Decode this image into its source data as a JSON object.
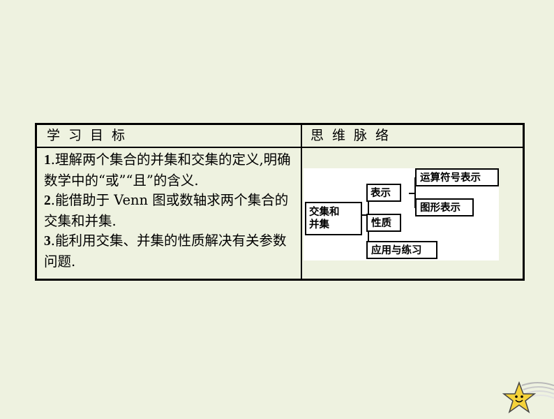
{
  "table": {
    "header_left": "学习目标",
    "header_right": "思维脉络",
    "objectives": [
      {
        "num": "1",
        "text": ".理解两个集合的并集和交集的定义,明确数学中的“或”“且”的含义."
      },
      {
        "num": "2",
        "text": ".能借助于 Venn 图或数轴求两个集合的交集和并集."
      },
      {
        "num": "3",
        "text": ".能利用交集、并集的性质解决有关参数问题."
      }
    ]
  },
  "mindmap": {
    "root_line1": "交集和",
    "root_line2": "并集",
    "branch_express": "表示",
    "branch_property": "性质",
    "branch_application": "应用与练习",
    "leaf_symbol": "运算符号表示",
    "leaf_graph": "图形表示"
  },
  "decoration": {
    "star_color": "#f5d33a",
    "icon": "smiling-star-icon"
  }
}
